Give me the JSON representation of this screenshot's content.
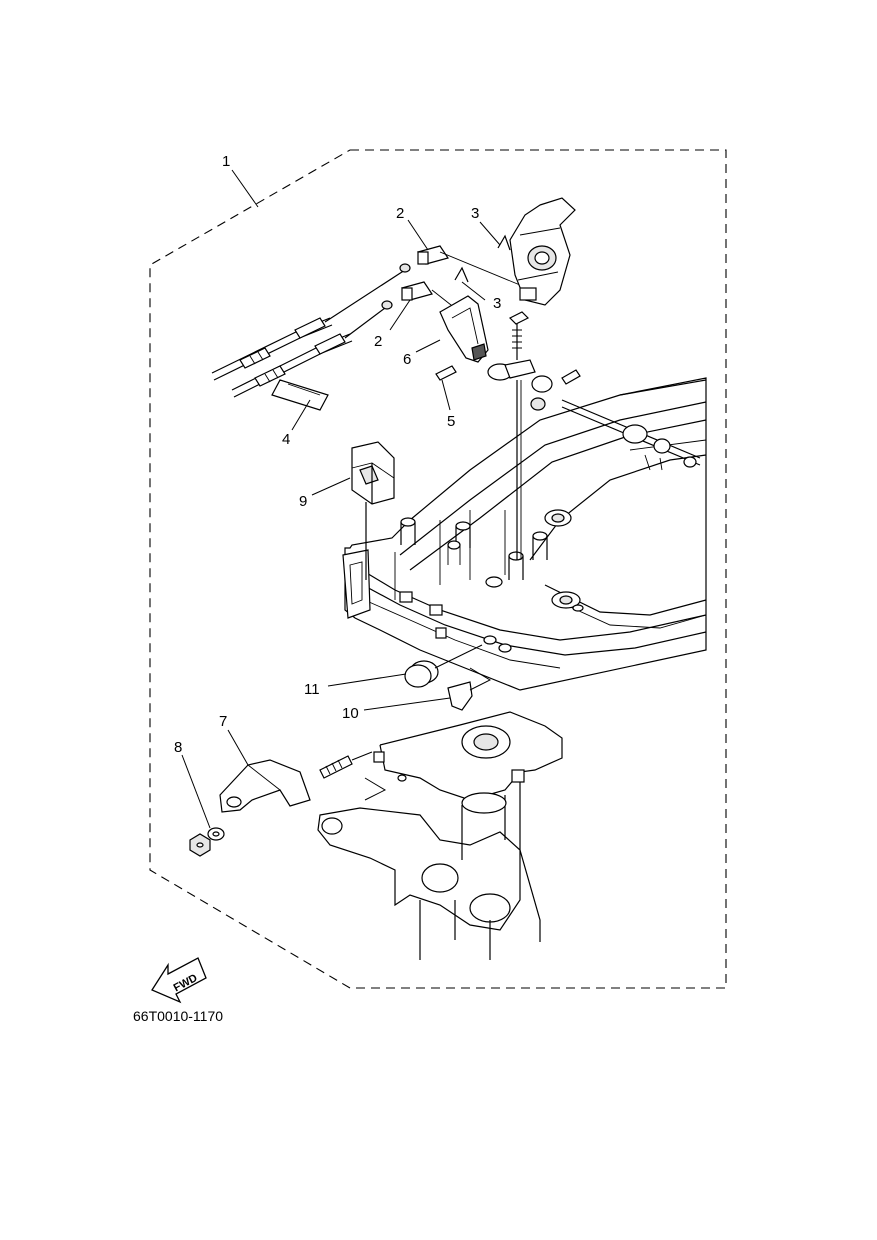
{
  "callouts": {
    "c1": "1",
    "c2a": "2",
    "c2b": "2",
    "c3a": "3",
    "c3b": "3",
    "c4": "4",
    "c5": "5",
    "c6": "6",
    "c7": "7",
    "c8": "8",
    "c9": "9",
    "c10": "10",
    "c11": "11"
  },
  "fwd_label": "FWD",
  "catalog_code": "66T0010-1170"
}
